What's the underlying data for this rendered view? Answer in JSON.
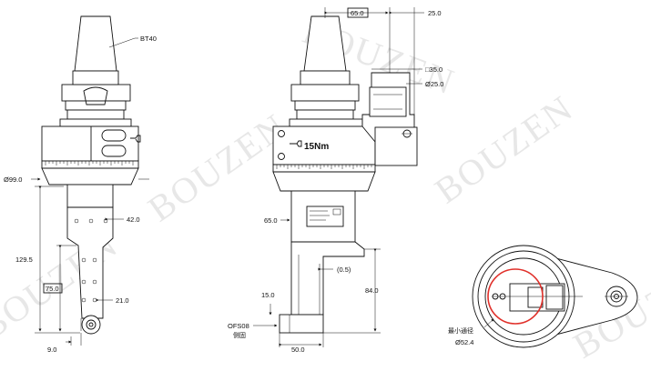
{
  "watermark": "BOUZEN",
  "left_view": {
    "holder_label": "BT40",
    "diameter": "Ø99.0",
    "width_42": "42.0",
    "height_129": "129.5",
    "height_75": "75.0",
    "width_21": "21.0",
    "offset_9": "9.0"
  },
  "side_view": {
    "dim_65_top": "65.0",
    "dim_25_top": "25.0",
    "square_35": "□35.0",
    "dia_25": "Ø25.0",
    "torque": "15Nm",
    "dim_65_side": "65.0",
    "dim_0_5": "(0.5)",
    "dim_84": "84.0",
    "dim_15": "15.0",
    "ofs_label": "OFS08",
    "ofs_sub": "侧固",
    "dim_50": "50.0"
  },
  "bottom_view": {
    "min_bore_label": "最小通径",
    "min_bore_value": "Ø52.4"
  }
}
